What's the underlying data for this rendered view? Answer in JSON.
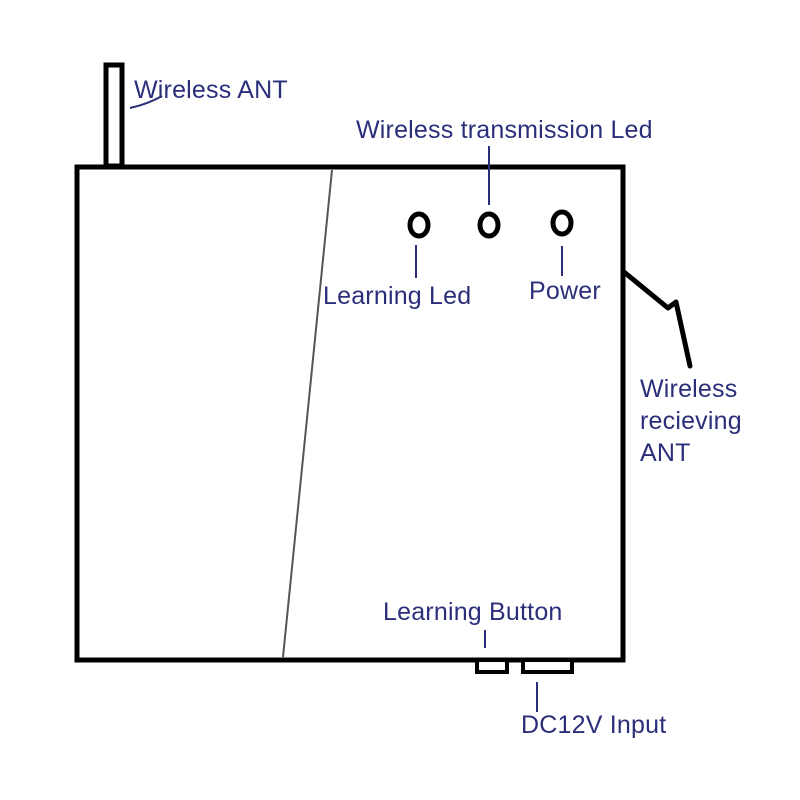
{
  "colors": {
    "outline": "#000000",
    "label_text": "#2b2f7a",
    "leader_line": "#2b2f7a",
    "divider": "#555555",
    "background": "#ffffff"
  },
  "labels": {
    "wireless_ant": "Wireless ANT",
    "wireless_transmission_led": "Wireless transmission Led",
    "learning_led": "Learning Led",
    "power": "Power",
    "wireless_receiving_ant": [
      "Wireless",
      "recieving",
      "ANT"
    ],
    "learning_button": "Learning Button",
    "dc12v_input": "DC12V Input"
  }
}
